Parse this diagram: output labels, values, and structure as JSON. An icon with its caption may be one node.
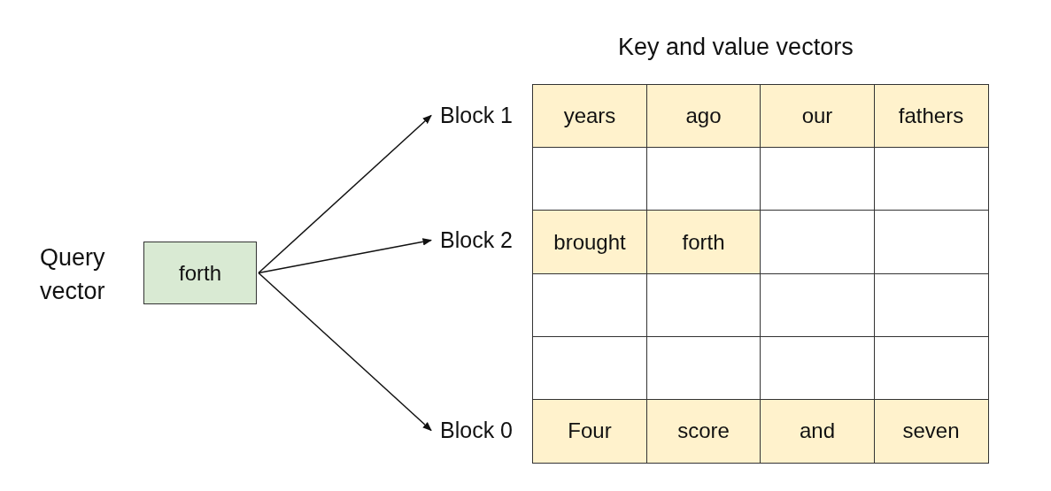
{
  "diagram": {
    "title": "Key and value vectors",
    "nodes": [
      {
        "text": [
          "forth"
        ],
        "beside": [
          "Query vector"
        ]
      },
      {
        "text": [
          "Block 1"
        ]
      },
      {
        "text": [
          "Block 2"
        ]
      },
      {
        "text": [
          "Block 0"
        ]
      }
    ],
    "edges": [
      {
        "from": 0,
        "to": 1,
        "arrow": "to"
      },
      {
        "from": 0,
        "to": 2,
        "arrow": "to"
      },
      {
        "from": 0,
        "to": 3,
        "arrow": "to"
      }
    ],
    "labels": [
      "years",
      "ago",
      "our",
      "fathers",
      "brought",
      "forth",
      "Four",
      "score",
      "and",
      "seven"
    ]
  }
}
